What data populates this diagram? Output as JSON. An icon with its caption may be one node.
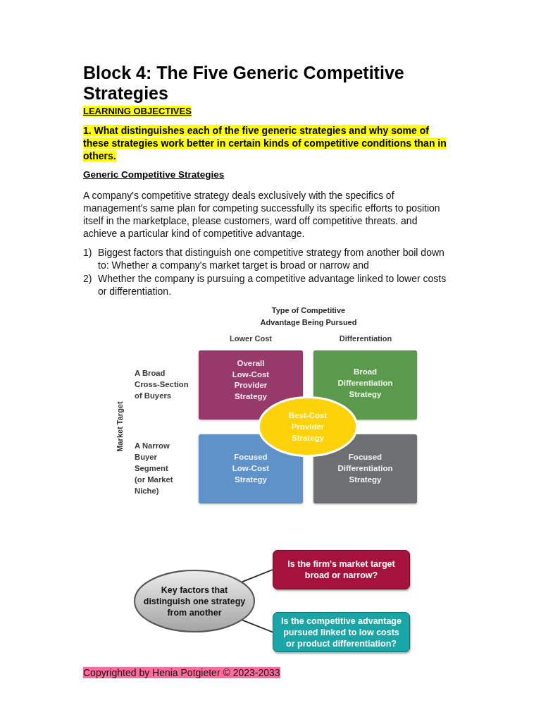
{
  "diagram": {
    "title": "Block 4: The Five Generic Competitive Strategies",
    "nodes": [
      {
        "text": [
          "Overall Low-Cost Provider Strategy"
        ]
      },
      {
        "text": [
          "Broad Differentiation Strategy"
        ]
      },
      {
        "text": [
          "Best-Cost Provider Strategy"
        ]
      },
      {
        "text": [
          "Focused Low-Cost Strategy"
        ]
      },
      {
        "text": [
          "Focused Differentiation Strategy"
        ]
      },
      {
        "text": [
          "Key factors that distinguish one strategy from another"
        ]
      },
      {
        "text": [
          "Is the firm's market target broad or narrow?"
        ]
      },
      {
        "text": [
          "Is the competitive advantage pursued linked to low costs or product differentiation?"
        ]
      }
    ],
    "edges": [
      {
        "from": 5,
        "to": 6,
        "arrow": "none"
      },
      {
        "from": 5,
        "to": 7,
        "arrow": "none"
      }
    ],
    "labels": [
      "LEARNING OBJECTIVES",
      "1. What distinguishes each of the five generic strategies and why some of these strategies work better in certain kinds of competitive conditions than in others.",
      "Generic Competitive Strategies",
      "A company's competitive strategy deals exclusively with the specifics of management's same plan for competing successfully its specific efforts to position itself in the marketplace, please customers, ward off competitive threats. and achieve a particular kind of competitive advantage.",
      "1)",
      "Biggest factors that distinguish one competitive strategy from another boil down to: Whether a company's market target is broad or narrow and",
      "2)",
      "Whether the company is pursuing a competitive advantage linked to lower costs or differentiation.",
      "Type of Competitive Advantage Being Pursued",
      "Lower Cost",
      "Differentiation",
      "Market Target",
      "A Broad Cross-Section of Buyers",
      "A Narrow Buyer Segment (or Market Niche)",
      "Copyrighted by Henia Potgieter © 2023-2033"
    ]
  }
}
